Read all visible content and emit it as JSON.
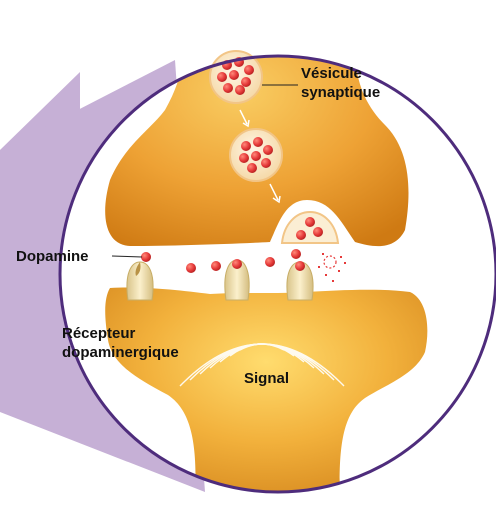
{
  "labels": {
    "vesicle_line1": "Vésicule",
    "vesicle_line2": "synaptique",
    "dopamine": "Dopamine",
    "receptor_line1": "Récepteur",
    "receptor_line2": "dopaminergique",
    "signal": "Signal"
  },
  "colors": {
    "panel_purple": "#c6b0d6",
    "circle_border": "#4e2c7c",
    "neuron_orange": "#e8941e",
    "neuron_light": "#f7c45a",
    "dopamine_red": "#e63a3a",
    "receptor_cream": "#f1e2b6"
  }
}
